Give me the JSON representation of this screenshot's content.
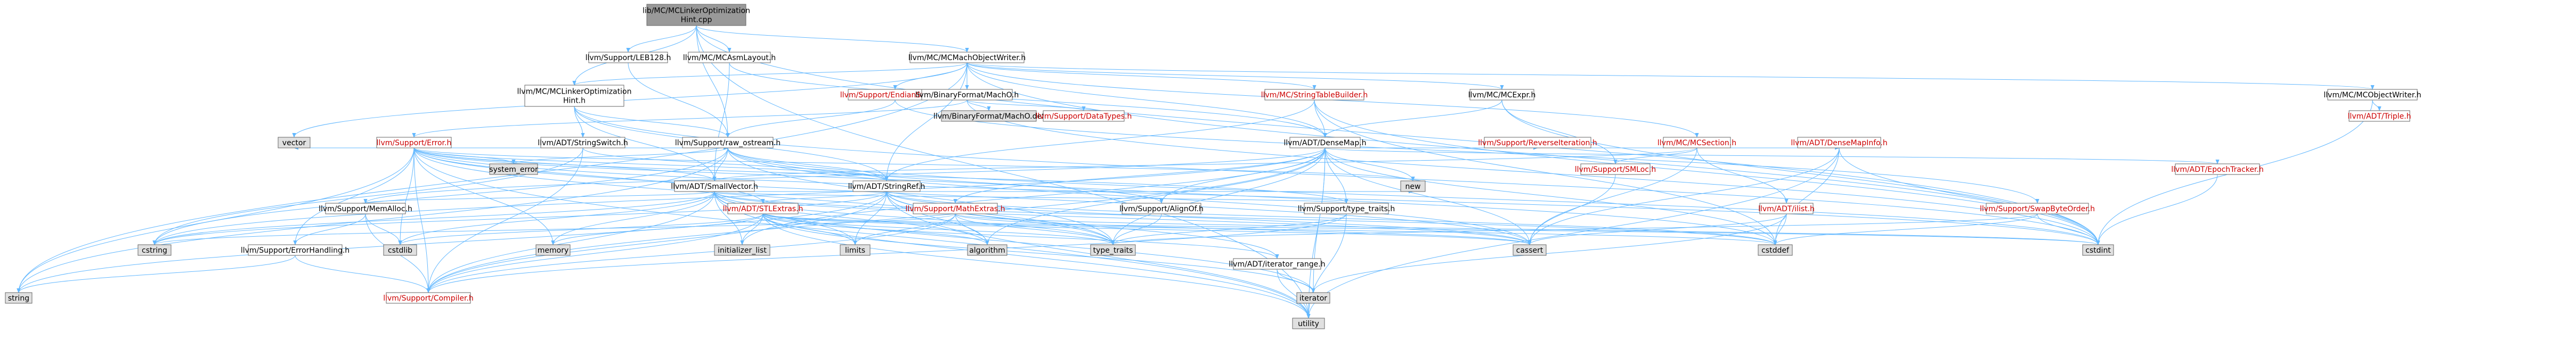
{
  "colors": {
    "root_fill": "#999999",
    "node_fill": "#ffffff",
    "system_fill": "#e0e0e0",
    "red_text": "#cc0000",
    "edge": "#63b8ff",
    "border": "#666666"
  },
  "nodes": [
    {
      "id": "root",
      "lines": [
        "lib/MC/MCLinkerOptimization",
        "Hint.cpp"
      ],
      "kind": "root"
    },
    {
      "id": "objwriter",
      "lines": [
        "llvm/MC/MCMachObjectWriter.h"
      ],
      "kind": "normal"
    },
    {
      "id": "leb128",
      "lines": [
        "llvm/Support/LEB128.h"
      ],
      "kind": "normal"
    },
    {
      "id": "asmlayout",
      "lines": [
        "llvm/MC/MCAsmLayout.h"
      ],
      "kind": "normal"
    },
    {
      "id": "mclinkeropt",
      "lines": [
        "llvm/MC/MCLinkerOptimization",
        "Hint.h"
      ],
      "kind": "normal"
    },
    {
      "id": "endian",
      "lines": [
        "llvm/Support/EndianStream.h"
      ],
      "kind": "red"
    },
    {
      "id": "binmacho",
      "lines": [
        "llvm/BinaryFormat/MachO.h"
      ],
      "kind": "normal"
    },
    {
      "id": "macho_def",
      "lines": [
        "llvm/BinaryFormat/MachO.def"
      ],
      "kind": "system"
    },
    {
      "id": "datatypes",
      "lines": [
        "llvm/Support/DataTypes.h"
      ],
      "kind": "red"
    },
    {
      "id": "strtable",
      "lines": [
        "llvm/MC/StringTableBuilder.h"
      ],
      "kind": "red"
    },
    {
      "id": "mcexpr",
      "lines": [
        "llvm/MC/MCExpr.h"
      ],
      "kind": "normal"
    },
    {
      "id": "mcobjwriter",
      "lines": [
        "llvm/MC/MCObjectWriter.h"
      ],
      "kind": "normal"
    },
    {
      "id": "triple",
      "lines": [
        "llvm/ADT/Triple.h"
      ],
      "kind": "red"
    },
    {
      "id": "error",
      "lines": [
        "llvm/Support/Error.h"
      ],
      "kind": "red"
    },
    {
      "id": "vector",
      "lines": [
        "vector"
      ],
      "kind": "system"
    },
    {
      "id": "stringswitch",
      "lines": [
        "llvm/ADT/StringSwitch.h"
      ],
      "kind": "normal"
    },
    {
      "id": "rawostream",
      "lines": [
        "llvm/Support/raw_ostream.h"
      ],
      "kind": "normal"
    },
    {
      "id": "densemap",
      "lines": [
        "llvm/ADT/DenseMap.h"
      ],
      "kind": "normal"
    },
    {
      "id": "reverseiter",
      "lines": [
        "llvm/Support/ReverseIteration.h"
      ],
      "kind": "red"
    },
    {
      "id": "mcsection",
      "lines": [
        "llvm/MC/MCSection.h"
      ],
      "kind": "red"
    },
    {
      "id": "densemapinfo",
      "lines": [
        "llvm/ADT/DenseMapInfo.h"
      ],
      "kind": "red"
    },
    {
      "id": "systemerror",
      "lines": [
        "system_error"
      ],
      "kind": "system"
    },
    {
      "id": "smloc",
      "lines": [
        "llvm/Support/SMLoc.h"
      ],
      "kind": "red"
    },
    {
      "id": "epochtracker",
      "lines": [
        "llvm/ADT/EpochTracker.h"
      ],
      "kind": "red"
    },
    {
      "id": "smallvector",
      "lines": [
        "llvm/ADT/SmallVector.h"
      ],
      "kind": "normal"
    },
    {
      "id": "stringref",
      "lines": [
        "llvm/ADT/StringRef.h"
      ],
      "kind": "normal"
    },
    {
      "id": "new",
      "lines": [
        "new"
      ],
      "kind": "system"
    },
    {
      "id": "ilist",
      "lines": [
        "llvm/ADT/ilist.h"
      ],
      "kind": "red"
    },
    {
      "id": "swapbyteorder",
      "lines": [
        "llvm/Support/SwapByteOrder.h"
      ],
      "kind": "red"
    },
    {
      "id": "stlextras",
      "lines": [
        "llvm/ADT/STLExtras.h"
      ],
      "kind": "red"
    },
    {
      "id": "mathextras",
      "lines": [
        "llvm/Support/MathExtras.h"
      ],
      "kind": "red"
    },
    {
      "id": "alignof",
      "lines": [
        "llvm/Support/AlignOf.h"
      ],
      "kind": "normal"
    },
    {
      "id": "typetraits_h",
      "lines": [
        "llvm/Support/type_traits.h"
      ],
      "kind": "normal"
    },
    {
      "id": "memalloc",
      "lines": [
        "llvm/Support/MemAlloc.h"
      ],
      "kind": "normal"
    },
    {
      "id": "errorhandling",
      "lines": [
        "llvm/Support/ErrorHandling.h"
      ],
      "kind": "normal"
    },
    {
      "id": "iterrange",
      "lines": [
        "llvm/ADT/iterator_range.h"
      ],
      "kind": "normal"
    },
    {
      "id": "compiler",
      "lines": [
        "llvm/Support/Compiler.h"
      ],
      "kind": "red"
    },
    {
      "id": "cstring",
      "lines": [
        "cstring"
      ],
      "kind": "system"
    },
    {
      "id": "cstdlib",
      "lines": [
        "cstdlib"
      ],
      "kind": "system"
    },
    {
      "id": "memory",
      "lines": [
        "memory"
      ],
      "kind": "system"
    },
    {
      "id": "initlist",
      "lines": [
        "initializer_list"
      ],
      "kind": "system"
    },
    {
      "id": "limits",
      "lines": [
        "limits"
      ],
      "kind": "system"
    },
    {
      "id": "algorithm",
      "lines": [
        "algorithm"
      ],
      "kind": "system"
    },
    {
      "id": "type_traits",
      "lines": [
        "type_traits"
      ],
      "kind": "system"
    },
    {
      "id": "cassert",
      "lines": [
        "cassert"
      ],
      "kind": "system"
    },
    {
      "id": "cstddef",
      "lines": [
        "cstddef"
      ],
      "kind": "system"
    },
    {
      "id": "cstdint",
      "lines": [
        "cstdint"
      ],
      "kind": "system"
    },
    {
      "id": "iterator",
      "lines": [
        "iterator"
      ],
      "kind": "system"
    },
    {
      "id": "utility",
      "lines": [
        "utility"
      ],
      "kind": "system"
    },
    {
      "id": "string",
      "lines": [
        "string"
      ],
      "kind": "system"
    }
  ],
  "edges": [
    [
      "root",
      "objwriter"
    ],
    [
      "root",
      "leb128"
    ],
    [
      "root",
      "asmlayout"
    ],
    [
      "root",
      "mclinkeropt"
    ],
    [
      "root",
      "rawostream"
    ],
    [
      "root",
      "cstdint"
    ],
    [
      "root",
      "utility"
    ],
    [
      "objwriter",
      "endian"
    ],
    [
      "objwriter",
      "binmacho"
    ],
    [
      "objwriter",
      "strtable"
    ],
    [
      "objwriter",
      "mcexpr"
    ],
    [
      "objwriter",
      "mcobjwriter"
    ],
    [
      "objwriter",
      "densemap"
    ],
    [
      "objwriter",
      "stringref"
    ],
    [
      "objwriter",
      "mcsection"
    ],
    [
      "objwriter",
      "mclinkeropt"
    ],
    [
      "objwriter",
      "string"
    ],
    [
      "objwriter",
      "cstdint"
    ],
    [
      "objwriter",
      "vector"
    ],
    [
      "leb128",
      "rawostream"
    ],
    [
      "asmlayout",
      "smallvector"
    ],
    [
      "asmlayout",
      "densemap"
    ],
    [
      "mclinkeropt",
      "smallvector"
    ],
    [
      "mclinkeropt",
      "stringref"
    ],
    [
      "mclinkeropt",
      "stringswitch"
    ],
    [
      "mclinkeropt",
      "rawostream"
    ],
    [
      "mclinkeropt",
      "cstdint"
    ],
    [
      "endian",
      "rawostream"
    ],
    [
      "endian",
      "swapbyteorder"
    ],
    [
      "binmacho",
      "macho_def"
    ],
    [
      "binmacho",
      "datatypes"
    ],
    [
      "binmacho",
      "error"
    ],
    [
      "binmacho",
      "cstdint"
    ],
    [
      "strtable",
      "densemap"
    ],
    [
      "strtable",
      "stringref"
    ],
    [
      "strtable",
      "cstddef"
    ],
    [
      "strtable",
      "cstdint"
    ],
    [
      "mcexpr",
      "densemap"
    ],
    [
      "mcexpr",
      "smloc"
    ],
    [
      "mcexpr",
      "cstdint"
    ],
    [
      "mcobjwriter",
      "triple"
    ],
    [
      "mcobjwriter",
      "cstdint"
    ],
    [
      "error",
      "smallvector"
    ],
    [
      "error",
      "stringref"
    ],
    [
      "error",
      "alignof"
    ],
    [
      "error",
      "compiler"
    ],
    [
      "error",
      "rawostream"
    ],
    [
      "error",
      "errorhandling"
    ],
    [
      "error",
      "memory"
    ],
    [
      "error",
      "string"
    ],
    [
      "error",
      "systemerror"
    ],
    [
      "error",
      "cassert"
    ],
    [
      "error",
      "cstdint"
    ],
    [
      "error",
      "cstdlib"
    ],
    [
      "error",
      "new"
    ],
    [
      "error",
      "type_traits"
    ],
    [
      "error",
      "utility"
    ],
    [
      "error",
      "stlextras"
    ],
    [
      "error",
      "vector"
    ],
    [
      "error",
      "typetraits_h"
    ],
    [
      "stringswitch",
      "stringref"
    ],
    [
      "stringswitch",
      "compiler"
    ],
    [
      "stringswitch",
      "cstring"
    ],
    [
      "rawostream",
      "stringref"
    ],
    [
      "rawostream",
      "cassert"
    ],
    [
      "rawostream",
      "cstddef"
    ],
    [
      "rawostream",
      "cstdint"
    ],
    [
      "rawostream",
      "cstring"
    ],
    [
      "rawostream",
      "string"
    ],
    [
      "rawostream",
      "systemerror"
    ],
    [
      "rawostream",
      "type_traits"
    ],
    [
      "rawostream",
      "smallvector"
    ],
    [
      "densemap",
      "densemapinfo"
    ],
    [
      "densemap",
      "epochtracker"
    ],
    [
      "densemap",
      "alignof"
    ],
    [
      "densemap",
      "compiler"
    ],
    [
      "densemap",
      "mathextras"
    ],
    [
      "densemap",
      "memalloc"
    ],
    [
      "densemap",
      "reverseiter"
    ],
    [
      "densemap",
      "typetraits_h"
    ],
    [
      "densemap",
      "algorithm"
    ],
    [
      "densemap",
      "cassert"
    ],
    [
      "densemap",
      "cstddef"
    ],
    [
      "densemap",
      "cstring"
    ],
    [
      "densemap",
      "initlist"
    ],
    [
      "densemap",
      "iterator"
    ],
    [
      "densemap",
      "new"
    ],
    [
      "densemap",
      "type_traits"
    ],
    [
      "densemap",
      "utility"
    ],
    [
      "mcsection",
      "smallvector"
    ],
    [
      "mcsection",
      "ilist"
    ],
    [
      "mcsection",
      "smloc"
    ],
    [
      "mcsection",
      "cassert"
    ],
    [
      "densemapinfo",
      "cassert"
    ],
    [
      "densemapinfo",
      "cstddef"
    ],
    [
      "densemapinfo",
      "cstdint"
    ],
    [
      "densemapinfo",
      "utility"
    ],
    [
      "smloc",
      "cassert"
    ],
    [
      "epochtracker",
      "cstdint"
    ],
    [
      "smallvector",
      "compiler"
    ],
    [
      "smallvector",
      "memalloc"
    ],
    [
      "smallvector",
      "typetraits_h"
    ],
    [
      "smallvector",
      "algorithm"
    ],
    [
      "smallvector",
      "cassert"
    ],
    [
      "smallvector",
      "cstddef"
    ],
    [
      "smallvector",
      "cstdlib"
    ],
    [
      "smallvector",
      "cstring"
    ],
    [
      "smallvector",
      "functional"
    ],
    [
      "smallvector",
      "initlist"
    ],
    [
      "smallvector",
      "iterator"
    ],
    [
      "smallvector",
      "limits"
    ],
    [
      "smallvector",
      "memory"
    ],
    [
      "smallvector",
      "new"
    ],
    [
      "smallvector",
      "type_traits"
    ],
    [
      "smallvector",
      "utility"
    ],
    [
      "stringref",
      "stlextras"
    ],
    [
      "stringref",
      "iterrange"
    ],
    [
      "stringref",
      "compiler"
    ],
    [
      "stringref",
      "algorithm"
    ],
    [
      "stringref",
      "cassert"
    ],
    [
      "stringref",
      "cstddef"
    ],
    [
      "stringref",
      "cstring"
    ],
    [
      "stringref",
      "limits"
    ],
    [
      "stringref",
      "string"
    ],
    [
      "stringref",
      "type_traits"
    ],
    [
      "stringref",
      "utility"
    ],
    [
      "ilist",
      "cassert"
    ],
    [
      "ilist",
      "cstddef"
    ],
    [
      "ilist",
      "iterator"
    ],
    [
      "swapbyteorder",
      "cstddef"
    ],
    [
      "swapbyteorder",
      "cstdint"
    ],
    [
      "swapbyteorder",
      "type_traits"
    ],
    [
      "stlextras",
      "iterrange"
    ],
    [
      "stlextras",
      "compiler"
    ],
    [
      "stlextras",
      "algorithm"
    ],
    [
      "stlextras",
      "cassert"
    ],
    [
      "stlextras",
      "cstddef"
    ],
    [
      "stlextras",
      "cstdint"
    ],
    [
      "stlextras",
      "cstdlib"
    ],
    [
      "stlextras",
      "initlist"
    ],
    [
      "stlextras",
      "iterator"
    ],
    [
      "stlextras",
      "limits"
    ],
    [
      "stlextras",
      "memory"
    ],
    [
      "stlextras",
      "type_traits"
    ],
    [
      "stlextras",
      "utility"
    ],
    [
      "mathextras",
      "compiler"
    ],
    [
      "mathextras",
      "algorithm"
    ],
    [
      "mathextras",
      "cassert"
    ],
    [
      "mathextras",
      "cstdint"
    ],
    [
      "mathextras",
      "cstring"
    ],
    [
      "mathextras",
      "limits"
    ],
    [
      "mathextras",
      "type_traits"
    ],
    [
      "alignof",
      "type_traits"
    ],
    [
      "typetraits_h",
      "compiler"
    ],
    [
      "typetraits_h",
      "type_traits"
    ],
    [
      "typetraits_h",
      "utility"
    ],
    [
      "memalloc",
      "compiler"
    ],
    [
      "memalloc",
      "errorhandling"
    ],
    [
      "memalloc",
      "cstdlib"
    ],
    [
      "errorhandling",
      "compiler"
    ],
    [
      "errorhandling",
      "string"
    ],
    [
      "iterrange",
      "iterator"
    ],
    [
      "iterrange",
      "utility"
    ]
  ]
}
